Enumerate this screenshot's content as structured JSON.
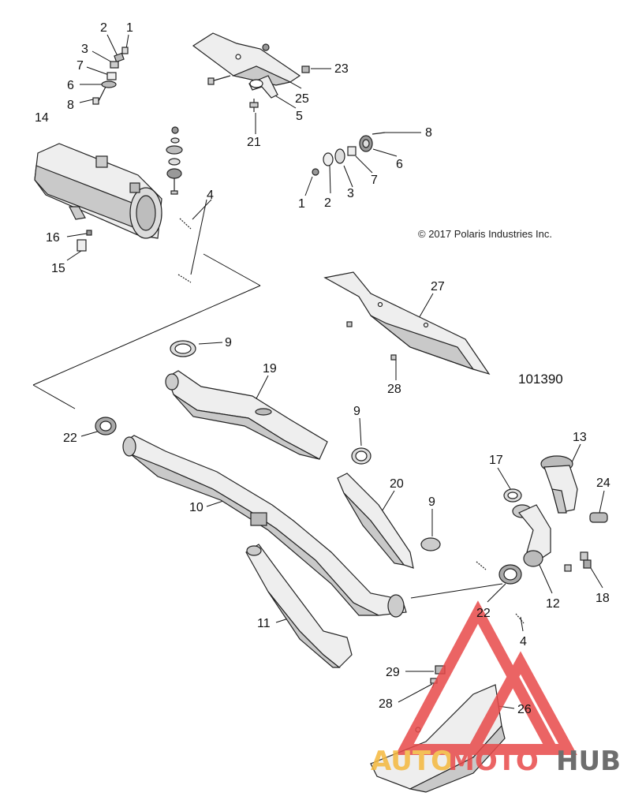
{
  "copyright": "© 2017 Polaris Industries Inc.",
  "figure_number": "101390",
  "watermark": {
    "brand_part1": "AUTO",
    "brand_part2": "MOTO",
    "brand_part3": "HUB",
    "color_red": "#e84a4a",
    "color_yellow": "#f5b83d",
    "color_dark": "#555555"
  },
  "callouts": [
    {
      "id": "c1a",
      "text": "1"
    },
    {
      "id": "c2a",
      "text": "2"
    },
    {
      "id": "c3a",
      "text": "3"
    },
    {
      "id": "c7a",
      "text": "7"
    },
    {
      "id": "c6a",
      "text": "6"
    },
    {
      "id": "c8a",
      "text": "8"
    },
    {
      "id": "c14",
      "text": "14"
    },
    {
      "id": "c23",
      "text": "23"
    },
    {
      "id": "c25",
      "text": "25"
    },
    {
      "id": "c5",
      "text": "5"
    },
    {
      "id": "c21",
      "text": "21"
    },
    {
      "id": "c8b",
      "text": "8"
    },
    {
      "id": "c6b",
      "text": "6"
    },
    {
      "id": "c7b",
      "text": "7"
    },
    {
      "id": "c3b",
      "text": "3"
    },
    {
      "id": "c2b",
      "text": "2"
    },
    {
      "id": "c1b",
      "text": "1"
    },
    {
      "id": "c4a",
      "text": "4"
    },
    {
      "id": "c16",
      "text": "16"
    },
    {
      "id": "c15",
      "text": "15"
    },
    {
      "id": "c27",
      "text": "27"
    },
    {
      "id": "c9a",
      "text": "9"
    },
    {
      "id": "c19",
      "text": "19"
    },
    {
      "id": "c28a",
      "text": "28"
    },
    {
      "id": "c22a",
      "text": "22"
    },
    {
      "id": "c9b",
      "text": "9"
    },
    {
      "id": "c13",
      "text": "13"
    },
    {
      "id": "c17",
      "text": "17"
    },
    {
      "id": "c24",
      "text": "24"
    },
    {
      "id": "c20",
      "text": "20"
    },
    {
      "id": "c9c",
      "text": "9"
    },
    {
      "id": "c10",
      "text": "10"
    },
    {
      "id": "c18",
      "text": "18"
    },
    {
      "id": "c12",
      "text": "12"
    },
    {
      "id": "c22b",
      "text": "22"
    },
    {
      "id": "c4b",
      "text": "4"
    },
    {
      "id": "c11",
      "text": "11"
    },
    {
      "id": "c29",
      "text": "29"
    },
    {
      "id": "c28b",
      "text": "28"
    },
    {
      "id": "c26",
      "text": "26"
    }
  ]
}
